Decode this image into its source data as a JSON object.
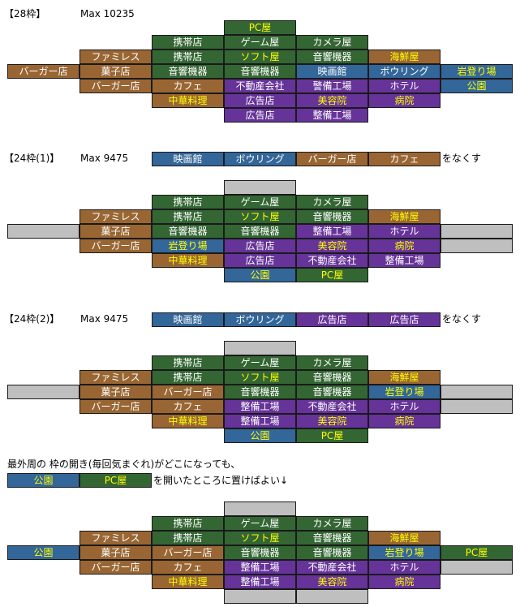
{
  "headings": [
    {
      "title": "【28枠】",
      "max": "Max 10235"
    },
    {
      "title": "【24枠(1)】",
      "max": "Max 9475"
    },
    {
      "title": "【24枠(2)】",
      "max": "Max 9475"
    }
  ],
  "removal_suffix": "をなくす",
  "removals": [
    [
      {
        "text": "映画館",
        "fill": "blue",
        "text_color": "white"
      },
      {
        "text": "ボウリング",
        "fill": "blue",
        "text_color": "white"
      },
      {
        "text": "バーガー店",
        "fill": "brown",
        "text_color": "white"
      },
      {
        "text": "カフェ",
        "fill": "brown",
        "text_color": "white"
      }
    ],
    [
      {
        "text": "映画館",
        "fill": "blue",
        "text_color": "white"
      },
      {
        "text": "ボウリング",
        "fill": "blue",
        "text_color": "white"
      },
      {
        "text": "広告店",
        "fill": "purple",
        "text_color": "white"
      },
      {
        "text": "広告店",
        "fill": "purple",
        "text_color": "white"
      }
    ]
  ],
  "note_text": "最外周の 枠の開き(毎回気まぐれ)がどこになっても、",
  "note_cells": [
    {
      "text": "公園",
      "fill": "blue",
      "text_color": "yellow"
    },
    {
      "text": "PC屋",
      "fill": "green",
      "text_color": "yellow"
    }
  ],
  "note_suffix": "を開いたところに置けばよい↓",
  "colors": {
    "green": "#336633",
    "brown": "#996633",
    "purple": "#663399",
    "blue": "#336699",
    "gray": "#bfbfbf",
    "white": "#ffffff",
    "yellow": "#ffff00"
  },
  "layouts": [
    [
      [
        null,
        null,
        null,
        {
          "text": "PC屋",
          "fill": "green",
          "text_color": "yellow"
        },
        null,
        null,
        null
      ],
      [
        null,
        null,
        {
          "text": "携帯店",
          "fill": "green",
          "text_color": "white"
        },
        {
          "text": "ゲーム屋",
          "fill": "green",
          "text_color": "white"
        },
        {
          "text": "カメラ屋",
          "fill": "green",
          "text_color": "white"
        },
        null,
        null
      ],
      [
        null,
        {
          "text": "ファミレス",
          "fill": "brown",
          "text_color": "white"
        },
        {
          "text": "携帯店",
          "fill": "green",
          "text_color": "white"
        },
        {
          "text": "ソフト屋",
          "fill": "green",
          "text_color": "yellow"
        },
        {
          "text": "音響機器",
          "fill": "green",
          "text_color": "white"
        },
        {
          "text": "海鮮屋",
          "fill": "brown",
          "text_color": "yellow"
        },
        null
      ],
      [
        {
          "text": "バーガー店",
          "fill": "brown",
          "text_color": "white"
        },
        {
          "text": "菓子店",
          "fill": "brown",
          "text_color": "white"
        },
        {
          "text": "音響機器",
          "fill": "green",
          "text_color": "white"
        },
        {
          "text": "音響機器",
          "fill": "green",
          "text_color": "white"
        },
        {
          "text": "映画館",
          "fill": "blue",
          "text_color": "white"
        },
        {
          "text": "ボウリング",
          "fill": "blue",
          "text_color": "white"
        },
        {
          "text": "岩登り場",
          "fill": "blue",
          "text_color": "yellow"
        }
      ],
      [
        null,
        {
          "text": "バーガー店",
          "fill": "brown",
          "text_color": "white"
        },
        {
          "text": "カフェ",
          "fill": "brown",
          "text_color": "white"
        },
        {
          "text": "不動産会社",
          "fill": "purple",
          "text_color": "white"
        },
        {
          "text": "警備工場",
          "fill": "purple",
          "text_color": "white"
        },
        {
          "text": "ホテル",
          "fill": "purple",
          "text_color": "white"
        },
        {
          "text": "公園",
          "fill": "blue",
          "text_color": "yellow"
        }
      ],
      [
        null,
        null,
        {
          "text": "中華料理",
          "fill": "brown",
          "text_color": "yellow"
        },
        {
          "text": "広告店",
          "fill": "purple",
          "text_color": "white"
        },
        {
          "text": "美容院",
          "fill": "purple",
          "text_color": "yellow"
        },
        {
          "text": "病院",
          "fill": "purple",
          "text_color": "yellow"
        },
        null
      ],
      [
        null,
        null,
        null,
        {
          "text": "広告店",
          "fill": "purple",
          "text_color": "white"
        },
        {
          "text": "整備工場",
          "fill": "purple",
          "text_color": "white"
        },
        null,
        null
      ]
    ],
    [
      [
        null,
        null,
        null,
        {
          "text": "",
          "fill": "gray",
          "text_color": "white"
        },
        null,
        null,
        null
      ],
      [
        null,
        null,
        {
          "text": "携帯店",
          "fill": "green",
          "text_color": "white"
        },
        {
          "text": "ゲーム屋",
          "fill": "green",
          "text_color": "white"
        },
        {
          "text": "カメラ屋",
          "fill": "green",
          "text_color": "white"
        },
        null,
        null
      ],
      [
        null,
        {
          "text": "ファミレス",
          "fill": "brown",
          "text_color": "white"
        },
        {
          "text": "携帯店",
          "fill": "green",
          "text_color": "white"
        },
        {
          "text": "ソフト屋",
          "fill": "green",
          "text_color": "yellow"
        },
        {
          "text": "音響機器",
          "fill": "green",
          "text_color": "white"
        },
        {
          "text": "海鮮屋",
          "fill": "brown",
          "text_color": "yellow"
        },
        null
      ],
      [
        {
          "text": "",
          "fill": "gray",
          "text_color": "white"
        },
        {
          "text": "菓子店",
          "fill": "brown",
          "text_color": "white"
        },
        {
          "text": "音響機器",
          "fill": "green",
          "text_color": "white"
        },
        {
          "text": "音響機器",
          "fill": "green",
          "text_color": "white"
        },
        {
          "text": "整備工場",
          "fill": "purple",
          "text_color": "white"
        },
        {
          "text": "ホテル",
          "fill": "purple",
          "text_color": "white"
        },
        {
          "text": "",
          "fill": "gray",
          "text_color": "white"
        }
      ],
      [
        null,
        {
          "text": "バーガー店",
          "fill": "brown",
          "text_color": "white"
        },
        {
          "text": "岩登り場",
          "fill": "blue",
          "text_color": "yellow"
        },
        {
          "text": "広告店",
          "fill": "purple",
          "text_color": "white"
        },
        {
          "text": "美容院",
          "fill": "purple",
          "text_color": "yellow"
        },
        {
          "text": "病院",
          "fill": "purple",
          "text_color": "yellow"
        },
        {
          "text": "",
          "fill": "gray",
          "text_color": "white"
        }
      ],
      [
        null,
        null,
        {
          "text": "中華料理",
          "fill": "brown",
          "text_color": "yellow"
        },
        {
          "text": "広告店",
          "fill": "purple",
          "text_color": "white"
        },
        {
          "text": "不動産会社",
          "fill": "purple",
          "text_color": "white"
        },
        {
          "text": "整備工場",
          "fill": "purple",
          "text_color": "white"
        },
        null
      ],
      [
        null,
        null,
        null,
        {
          "text": "公園",
          "fill": "blue",
          "text_color": "yellow"
        },
        {
          "text": "PC屋",
          "fill": "green",
          "text_color": "yellow"
        },
        null,
        null
      ]
    ],
    [
      [
        null,
        null,
        null,
        {
          "text": "",
          "fill": "gray",
          "text_color": "white"
        },
        null,
        null,
        null
      ],
      [
        null,
        null,
        {
          "text": "携帯店",
          "fill": "green",
          "text_color": "white"
        },
        {
          "text": "ゲーム屋",
          "fill": "green",
          "text_color": "white"
        },
        {
          "text": "カメラ屋",
          "fill": "green",
          "text_color": "white"
        },
        null,
        null
      ],
      [
        null,
        {
          "text": "ファミレス",
          "fill": "brown",
          "text_color": "white"
        },
        {
          "text": "携帯店",
          "fill": "green",
          "text_color": "white"
        },
        {
          "text": "ソフト屋",
          "fill": "green",
          "text_color": "yellow"
        },
        {
          "text": "音響機器",
          "fill": "green",
          "text_color": "white"
        },
        {
          "text": "海鮮屋",
          "fill": "brown",
          "text_color": "yellow"
        },
        null
      ],
      [
        {
          "text": "",
          "fill": "gray",
          "text_color": "white"
        },
        {
          "text": "菓子店",
          "fill": "brown",
          "text_color": "white"
        },
        {
          "text": "バーガー店",
          "fill": "brown",
          "text_color": "white"
        },
        {
          "text": "音響機器",
          "fill": "green",
          "text_color": "white"
        },
        {
          "text": "音響機器",
          "fill": "green",
          "text_color": "white"
        },
        {
          "text": "岩登り場",
          "fill": "blue",
          "text_color": "yellow"
        },
        {
          "text": "",
          "fill": "gray",
          "text_color": "white"
        }
      ],
      [
        null,
        {
          "text": "バーガー店",
          "fill": "brown",
          "text_color": "white"
        },
        {
          "text": "カフェ",
          "fill": "brown",
          "text_color": "white"
        },
        {
          "text": "整備工場",
          "fill": "purple",
          "text_color": "white"
        },
        {
          "text": "不動産会社",
          "fill": "purple",
          "text_color": "white"
        },
        {
          "text": "ホテル",
          "fill": "purple",
          "text_color": "white"
        },
        {
          "text": "",
          "fill": "gray",
          "text_color": "white"
        }
      ],
      [
        null,
        null,
        {
          "text": "中華料理",
          "fill": "brown",
          "text_color": "yellow"
        },
        {
          "text": "整備工場",
          "fill": "purple",
          "text_color": "white"
        },
        {
          "text": "美容院",
          "fill": "purple",
          "text_color": "yellow"
        },
        {
          "text": "病院",
          "fill": "purple",
          "text_color": "yellow"
        },
        null
      ],
      [
        null,
        null,
        null,
        {
          "text": "公園",
          "fill": "blue",
          "text_color": "yellow"
        },
        {
          "text": "PC屋",
          "fill": "green",
          "text_color": "yellow"
        },
        null,
        null
      ]
    ],
    [
      [
        null,
        null,
        null,
        {
          "text": "",
          "fill": "gray",
          "text_color": "white"
        },
        null,
        null,
        null
      ],
      [
        null,
        null,
        {
          "text": "携帯店",
          "fill": "green",
          "text_color": "white"
        },
        {
          "text": "ゲーム屋",
          "fill": "green",
          "text_color": "white"
        },
        {
          "text": "カメラ屋",
          "fill": "green",
          "text_color": "white"
        },
        null,
        null
      ],
      [
        null,
        {
          "text": "ファミレス",
          "fill": "brown",
          "text_color": "white"
        },
        {
          "text": "携帯店",
          "fill": "green",
          "text_color": "white"
        },
        {
          "text": "ソフト屋",
          "fill": "green",
          "text_color": "yellow"
        },
        {
          "text": "音響機器",
          "fill": "green",
          "text_color": "white"
        },
        {
          "text": "海鮮屋",
          "fill": "brown",
          "text_color": "yellow"
        },
        null
      ],
      [
        {
          "text": "公園",
          "fill": "blue",
          "text_color": "yellow"
        },
        {
          "text": "菓子店",
          "fill": "brown",
          "text_color": "white"
        },
        {
          "text": "バーガー店",
          "fill": "brown",
          "text_color": "white"
        },
        {
          "text": "音響機器",
          "fill": "green",
          "text_color": "white"
        },
        {
          "text": "音響機器",
          "fill": "green",
          "text_color": "white"
        },
        {
          "text": "岩登り場",
          "fill": "blue",
          "text_color": "yellow"
        },
        {
          "text": "PC屋",
          "fill": "green",
          "text_color": "yellow"
        }
      ],
      [
        null,
        {
          "text": "バーガー店",
          "fill": "brown",
          "text_color": "white"
        },
        {
          "text": "カフェ",
          "fill": "brown",
          "text_color": "white"
        },
        {
          "text": "整備工場",
          "fill": "purple",
          "text_color": "white"
        },
        {
          "text": "不動産会社",
          "fill": "purple",
          "text_color": "white"
        },
        {
          "text": "ホテル",
          "fill": "purple",
          "text_color": "white"
        },
        {
          "text": "",
          "fill": "gray",
          "text_color": "white"
        }
      ],
      [
        null,
        null,
        {
          "text": "中華料理",
          "fill": "brown",
          "text_color": "yellow"
        },
        {
          "text": "整備工場",
          "fill": "purple",
          "text_color": "white"
        },
        {
          "text": "美容院",
          "fill": "purple",
          "text_color": "yellow"
        },
        {
          "text": "病院",
          "fill": "purple",
          "text_color": "yellow"
        },
        null
      ],
      [
        null,
        null,
        null,
        {
          "text": "",
          "fill": "gray",
          "text_color": "white"
        },
        {
          "text": "",
          "fill": "gray",
          "text_color": "white"
        },
        null,
        null
      ]
    ]
  ]
}
